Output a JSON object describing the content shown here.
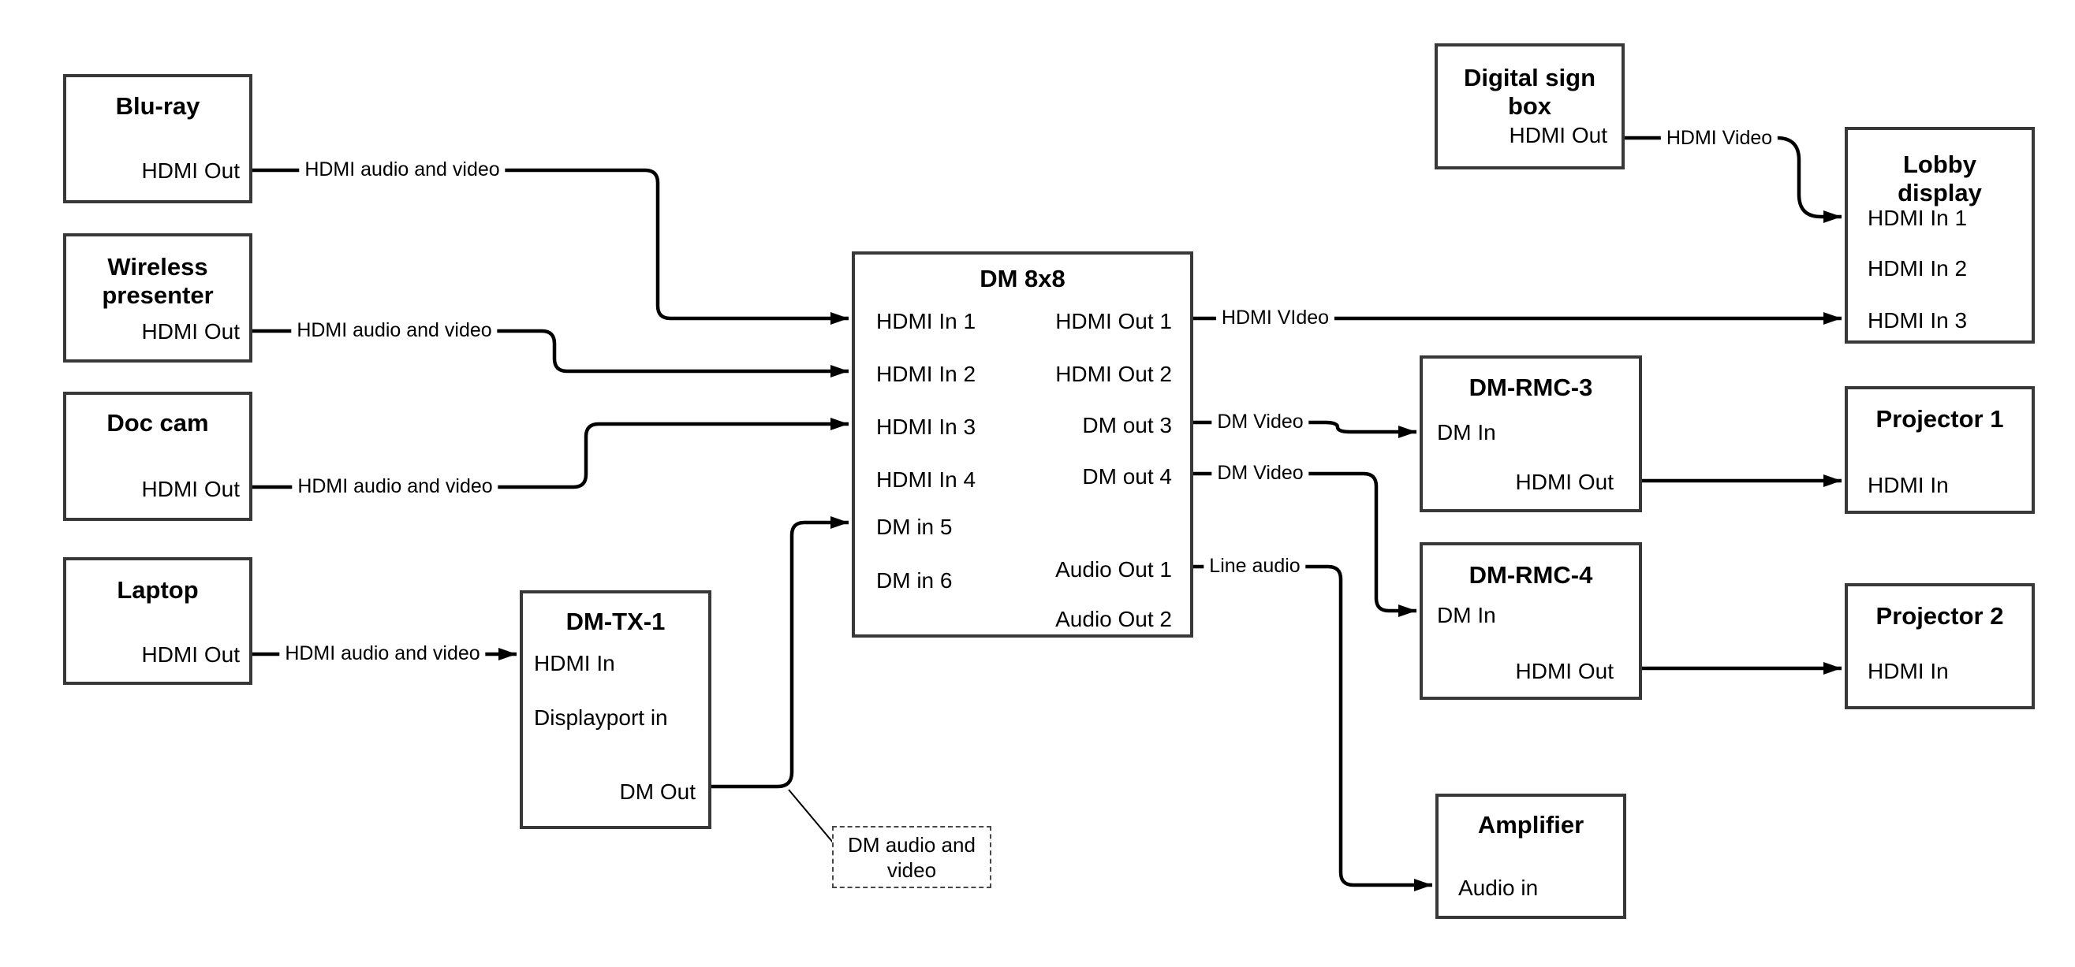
{
  "colors": {
    "background": "#ffffff",
    "connector": "#000000",
    "node_border": "#383838",
    "text": "#000000"
  },
  "nodes": {
    "bluray": {
      "title": "Blu-ray",
      "port_hdmi_out": "HDMI Out"
    },
    "wireless": {
      "title": "Wireless\npresenter",
      "port_hdmi_out": "HDMI Out"
    },
    "doccam": {
      "title": "Doc cam",
      "port_hdmi_out": "HDMI Out"
    },
    "laptop": {
      "title": "Laptop",
      "port_hdmi_out": "HDMI Out"
    },
    "dmtx1": {
      "title": "DM-TX-1",
      "port_hdmi_in": "HDMI In",
      "port_displayport_in": "Displayport in",
      "port_dm_out": "DM Out"
    },
    "dm8x8": {
      "title": "DM 8x8",
      "port_hdmi_in_1": "HDMI In 1",
      "port_hdmi_in_2": "HDMI In 2",
      "port_hdmi_in_3": "HDMI In 3",
      "port_hdmi_in_4": "HDMI In 4",
      "port_dm_in_5": "DM in 5",
      "port_dm_in_6": "DM in 6",
      "port_hdmi_out_1": "HDMI Out 1",
      "port_hdmi_out_2": "HDMI Out 2",
      "port_dm_out_3": "DM out 3",
      "port_dm_out_4": "DM out 4",
      "port_audio_out_1": "Audio Out 1",
      "port_audio_out_2": "Audio Out 2"
    },
    "signbox": {
      "title": "Digital sign\nbox",
      "port_hdmi_out": "HDMI Out"
    },
    "lobby": {
      "title": "Lobby\ndisplay",
      "port_hdmi_in_1": "HDMI In 1",
      "port_hdmi_in_2": "HDMI In 2",
      "port_hdmi_in_3": "HDMI In 3"
    },
    "rmc3": {
      "title": "DM-RMC-3",
      "port_dm_in": "DM In",
      "port_hdmi_out": "HDMI Out"
    },
    "rmc4": {
      "title": "DM-RMC-4",
      "port_dm_in": "DM In",
      "port_hdmi_out": "HDMI Out"
    },
    "proj1": {
      "title": "Projector 1",
      "port_hdmi_in": "HDMI In"
    },
    "proj2": {
      "title": "Projector 2",
      "port_hdmi_in": "HDMI In"
    },
    "amp": {
      "title": "Amplifier",
      "port_audio_in": "Audio in"
    }
  },
  "edge_labels": {
    "bluray_line": "HDMI audio and video",
    "wireless_line": "HDMI audio and video",
    "doccam_line": "HDMI audio and video",
    "laptop_line": "HDMI audio and video",
    "hdmi_out1_line": "HDMI VIdeo",
    "dm_out3_line": "DM Video",
    "dm_out4_line": "DM Video",
    "audio_out1_line": "Line audio",
    "signbox_line": "HDMI Video",
    "dm_callout": "DM audio and\nvideo"
  }
}
